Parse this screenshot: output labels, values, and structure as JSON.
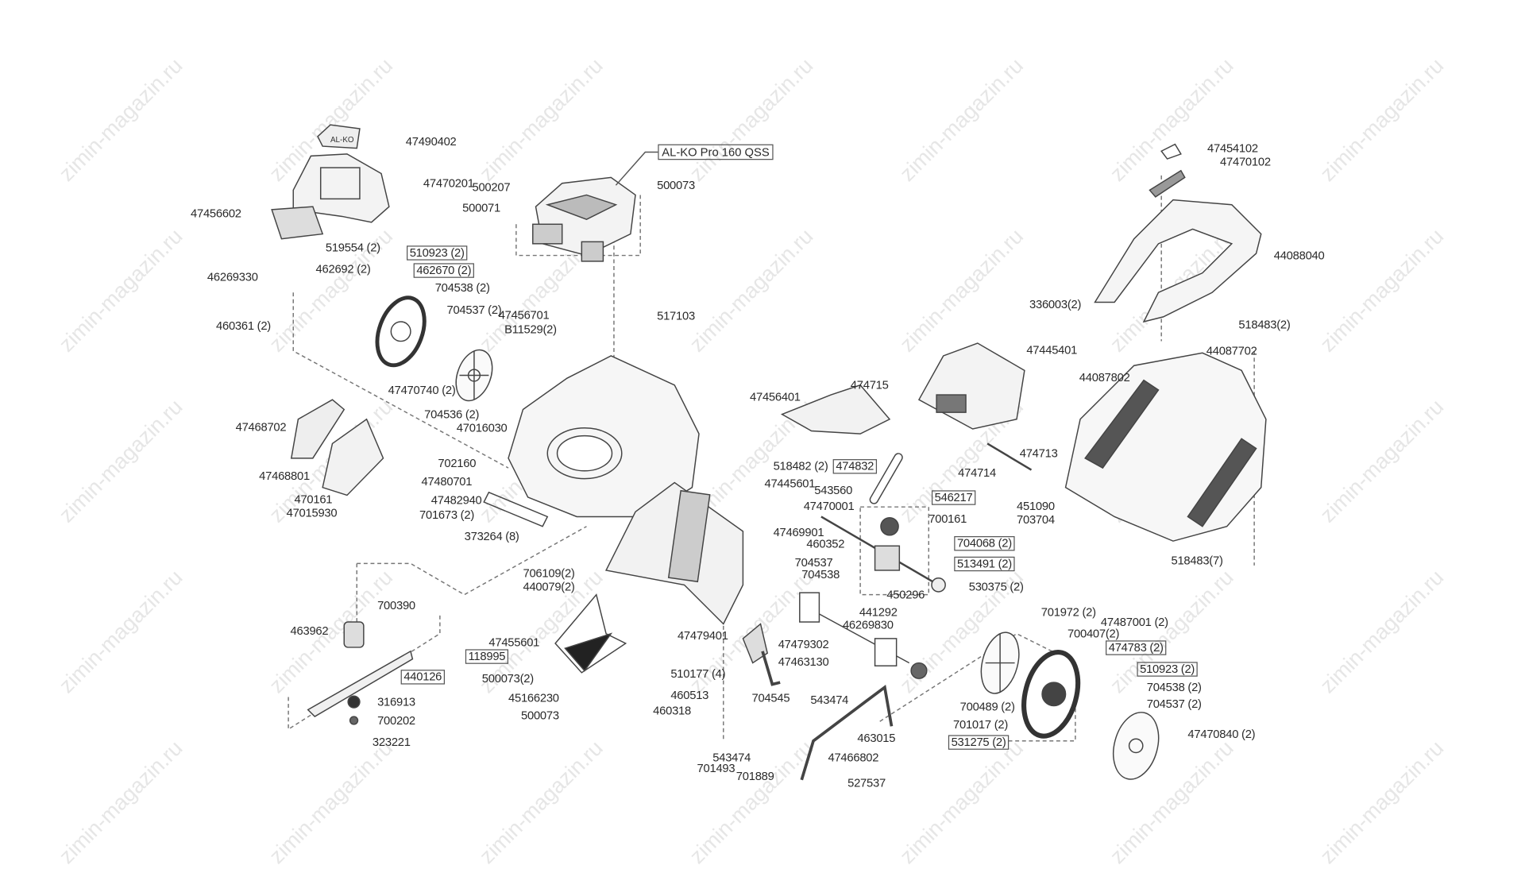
{
  "watermark": "zimin-magazin.ru",
  "engine_label": "AL-KO Pro 160 QSS",
  "labels": [
    {
      "text": "47490402",
      "boxed": false
    },
    {
      "text": "47470201",
      "boxed": false
    },
    {
      "text": "500207",
      "boxed": false
    },
    {
      "text": "500071",
      "boxed": false
    },
    {
      "text": "500073",
      "boxed": false
    },
    {
      "text": "47456602",
      "boxed": false
    },
    {
      "text": "519554 (2)",
      "boxed": false
    },
    {
      "text": "510923 (2)",
      "boxed": true
    },
    {
      "text": "462692 (2)",
      "boxed": false
    },
    {
      "text": "462670 (2)",
      "boxed": true
    },
    {
      "text": "46269330",
      "boxed": false
    },
    {
      "text": "704538 (2)",
      "boxed": false
    },
    {
      "text": "704537 (2)",
      "boxed": false
    },
    {
      "text": "47456701",
      "boxed": false
    },
    {
      "text": "B11529(2)",
      "boxed": false
    },
    {
      "text": "460361 (2)",
      "boxed": false
    },
    {
      "text": "517103",
      "boxed": false
    },
    {
      "text": "47470740 (2)",
      "boxed": false
    },
    {
      "text": "47468702",
      "boxed": false
    },
    {
      "text": "704536 (2)",
      "boxed": false
    },
    {
      "text": "47016030",
      "boxed": false
    },
    {
      "text": "702160",
      "boxed": false
    },
    {
      "text": "47468801",
      "boxed": false
    },
    {
      "text": "47480701",
      "boxed": false
    },
    {
      "text": "470161",
      "boxed": false
    },
    {
      "text": "47015930",
      "boxed": false
    },
    {
      "text": "47482940",
      "boxed": false
    },
    {
      "text": "701673 (2)",
      "boxed": false
    },
    {
      "text": "373264 (8)",
      "boxed": false
    },
    {
      "text": "706109(2)",
      "boxed": false
    },
    {
      "text": "440079(2)",
      "boxed": false
    },
    {
      "text": "700390",
      "boxed": false
    },
    {
      "text": "463962",
      "boxed": false
    },
    {
      "text": "118995",
      "boxed": true
    },
    {
      "text": "440126",
      "boxed": true
    },
    {
      "text": "316913",
      "boxed": false
    },
    {
      "text": "700202",
      "boxed": false
    },
    {
      "text": "323221",
      "boxed": false
    },
    {
      "text": "47455601",
      "boxed": false
    },
    {
      "text": "500073(2)",
      "boxed": false
    },
    {
      "text": "45166230",
      "boxed": false
    },
    {
      "text": "500073",
      "boxed": false
    },
    {
      "text": "460318",
      "boxed": false
    },
    {
      "text": "510177 (4)",
      "boxed": false
    },
    {
      "text": "460513",
      "boxed": false
    },
    {
      "text": "47479401",
      "boxed": false
    },
    {
      "text": "47479302",
      "boxed": false
    },
    {
      "text": "47463130",
      "boxed": false
    },
    {
      "text": "704545",
      "boxed": false
    },
    {
      "text": "543474",
      "boxed": false
    },
    {
      "text": "463015",
      "boxed": false
    },
    {
      "text": "543474",
      "boxed": false
    },
    {
      "text": "701493",
      "boxed": false
    },
    {
      "text": "701889",
      "boxed": false
    },
    {
      "text": "47466802",
      "boxed": false
    },
    {
      "text": "527537",
      "boxed": false
    },
    {
      "text": "704537",
      "boxed": false
    },
    {
      "text": "704538",
      "boxed": false
    },
    {
      "text": "450296",
      "boxed": false
    },
    {
      "text": "441292",
      "boxed": false
    },
    {
      "text": "46269830",
      "boxed": false
    },
    {
      "text": "530375 (2)",
      "boxed": false
    },
    {
      "text": "460352",
      "boxed": false
    },
    {
      "text": "47469901",
      "boxed": false
    },
    {
      "text": "518482 (2)",
      "boxed": false
    },
    {
      "text": "474832",
      "boxed": true
    },
    {
      "text": "47445601",
      "boxed": false
    },
    {
      "text": "543560",
      "boxed": false
    },
    {
      "text": "47470001",
      "boxed": false
    },
    {
      "text": "546217",
      "boxed": true
    },
    {
      "text": "700161",
      "boxed": false
    },
    {
      "text": "451090",
      "boxed": false
    },
    {
      "text": "703704",
      "boxed": false
    },
    {
      "text": "704068 (2)",
      "boxed": true
    },
    {
      "text": "513491 (2)",
      "boxed": true
    },
    {
      "text": "47456401",
      "boxed": false
    },
    {
      "text": "474715",
      "boxed": false
    },
    {
      "text": "47445401",
      "boxed": false
    },
    {
      "text": "474713",
      "boxed": false
    },
    {
      "text": "474714",
      "boxed": false
    },
    {
      "text": "47454102",
      "boxed": false
    },
    {
      "text": "47470102",
      "boxed": false
    },
    {
      "text": "44088040",
      "boxed": false
    },
    {
      "text": "336003(2)",
      "boxed": false
    },
    {
      "text": "518483(2)",
      "boxed": false
    },
    {
      "text": "44087702",
      "boxed": false
    },
    {
      "text": "44087802",
      "boxed": false
    },
    {
      "text": "518483(7)",
      "boxed": false
    },
    {
      "text": "701972 (2)",
      "boxed": false
    },
    {
      "text": "47487001 (2)",
      "boxed": false
    },
    {
      "text": "700407(2)",
      "boxed": false
    },
    {
      "text": "474783 (2)",
      "boxed": true
    },
    {
      "text": "510923 (2)",
      "boxed": true
    },
    {
      "text": "704538 (2)",
      "boxed": false
    },
    {
      "text": "704537 (2)",
      "boxed": false
    },
    {
      "text": "47470840 (2)",
      "boxed": false
    },
    {
      "text": "700489 (2)",
      "boxed": false
    },
    {
      "text": "701017 (2)",
      "boxed": false
    },
    {
      "text": "531275 (2)",
      "boxed": true
    }
  ]
}
